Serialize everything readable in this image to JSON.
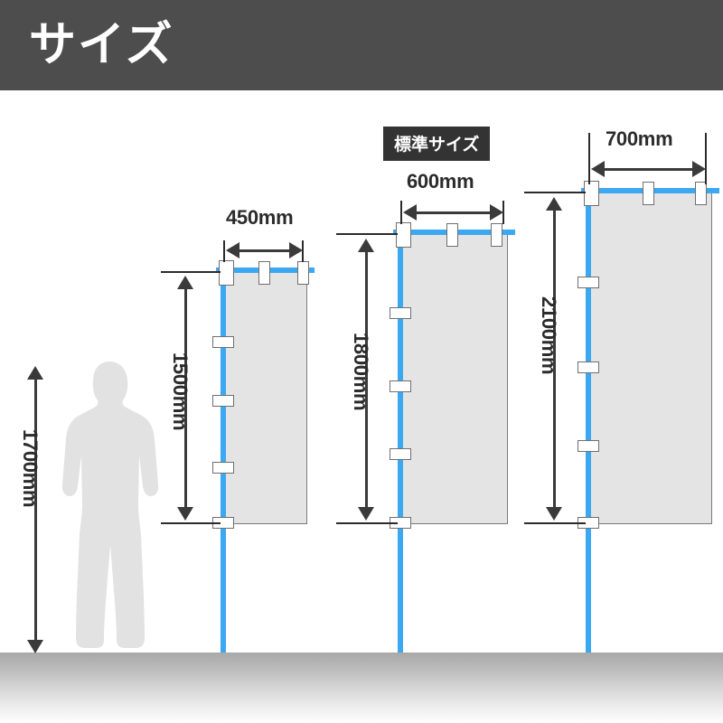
{
  "header": {
    "title": "サイズ"
  },
  "badges": {
    "standard_size": "標準サイズ"
  },
  "colors": {
    "header_bg": "#4d4d4d",
    "badge_bg": "#333333",
    "pole_blue": "#3da8f2",
    "flag_fill": "#e4e4e4",
    "flag_stroke": "#7a7a7a",
    "dimension_line": "#3a3a3a",
    "silhouette": "#e2e2e2",
    "floor_top": "#a8a8a8",
    "page_bg": "#ffffff"
  },
  "reference": {
    "human_height_label": "1700mm"
  },
  "flags": [
    {
      "id": "flag-450",
      "width_label": "450mm",
      "height_label": "1500mm",
      "is_standard": false
    },
    {
      "id": "flag-600",
      "width_label": "600mm",
      "height_label": "1800mm",
      "is_standard": true
    },
    {
      "id": "flag-700",
      "width_label": "700mm",
      "height_label": "2100mm",
      "is_standard": false
    }
  ]
}
